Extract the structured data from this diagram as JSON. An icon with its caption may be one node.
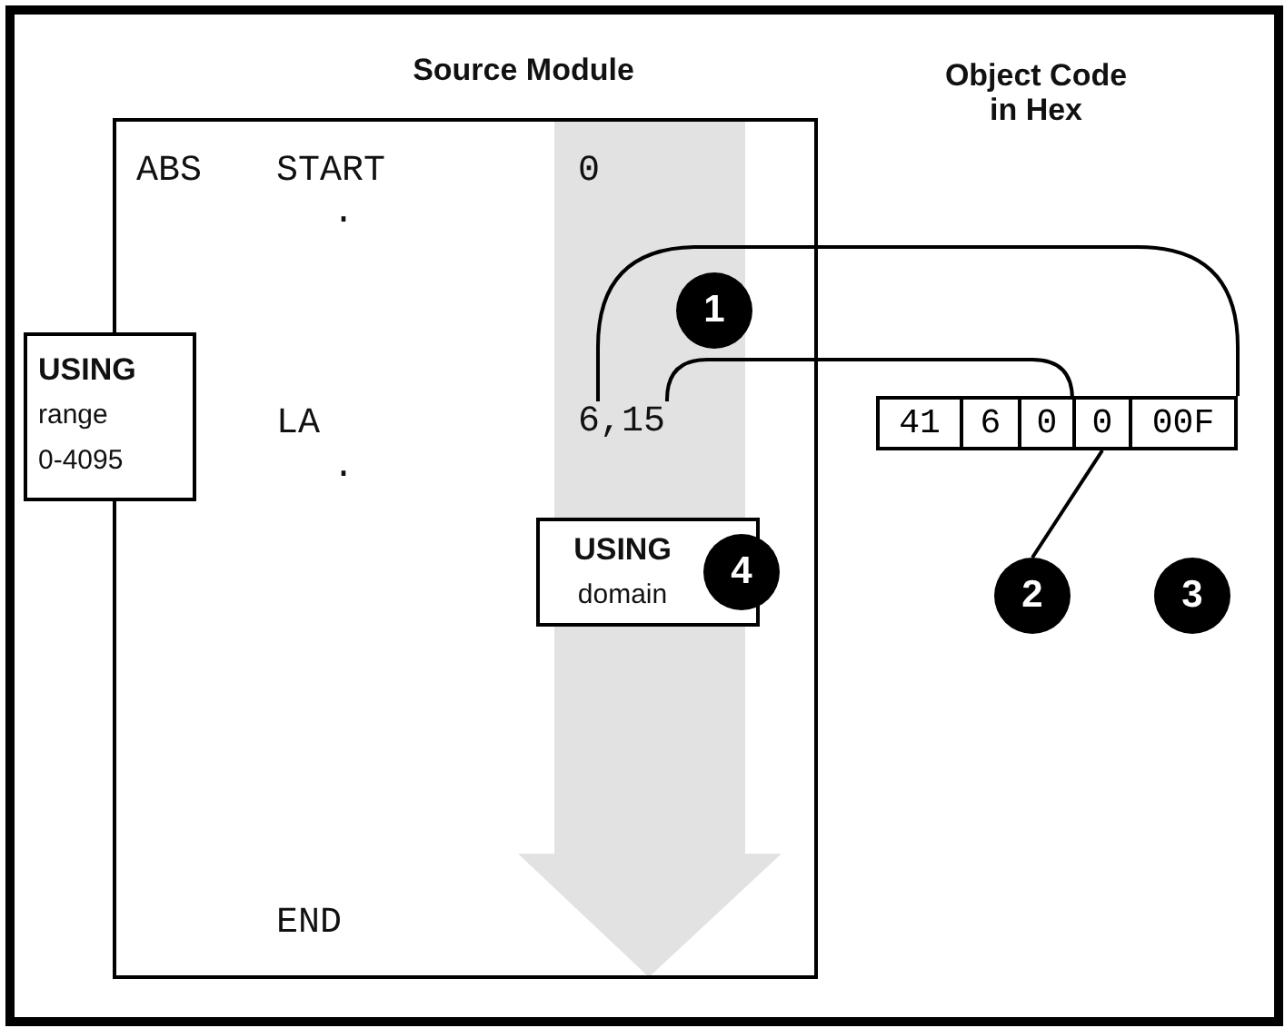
{
  "diagram": {
    "nodes": [
      {
        "text": [
          "Source Module"
        ]
      },
      {
        "text": [
          "6,15"
        ],
        "in": 13
      },
      {
        "text": [
          "USING",
          "domain"
        ],
        "in": 13
      },
      {
        "text": [
          "4"
        ],
        "in": 13
      },
      {
        "text": [
          "1"
        ],
        "in": 13
      },
      {
        "text": [
          "USING",
          "range 0-4095"
        ]
      },
      {
        "text": [
          "41"
        ]
      },
      {
        "text": [
          "6"
        ]
      },
      {
        "text": [
          "0"
        ]
      },
      {
        "text": [
          "0"
        ]
      },
      {
        "text": [
          "00F"
        ]
      },
      {
        "text": [
          "2"
        ]
      },
      {
        "text": [
          "3"
        ]
      },
      {
        "text": [],
        "shape": "arrow",
        "in": 0
      }
    ],
    "edges": [
      {
        "from": 1,
        "to": 10,
        "arrow": "none"
      },
      {
        "from": 1,
        "to": 9,
        "arrow": "none"
      },
      {
        "from": 11,
        "to": 9,
        "arrow": "none"
      }
    ],
    "labels": [
      "Object Code in Hex",
      "ABS",
      "START",
      "0",
      ".",
      "LA",
      ".",
      "END"
    ]
  }
}
